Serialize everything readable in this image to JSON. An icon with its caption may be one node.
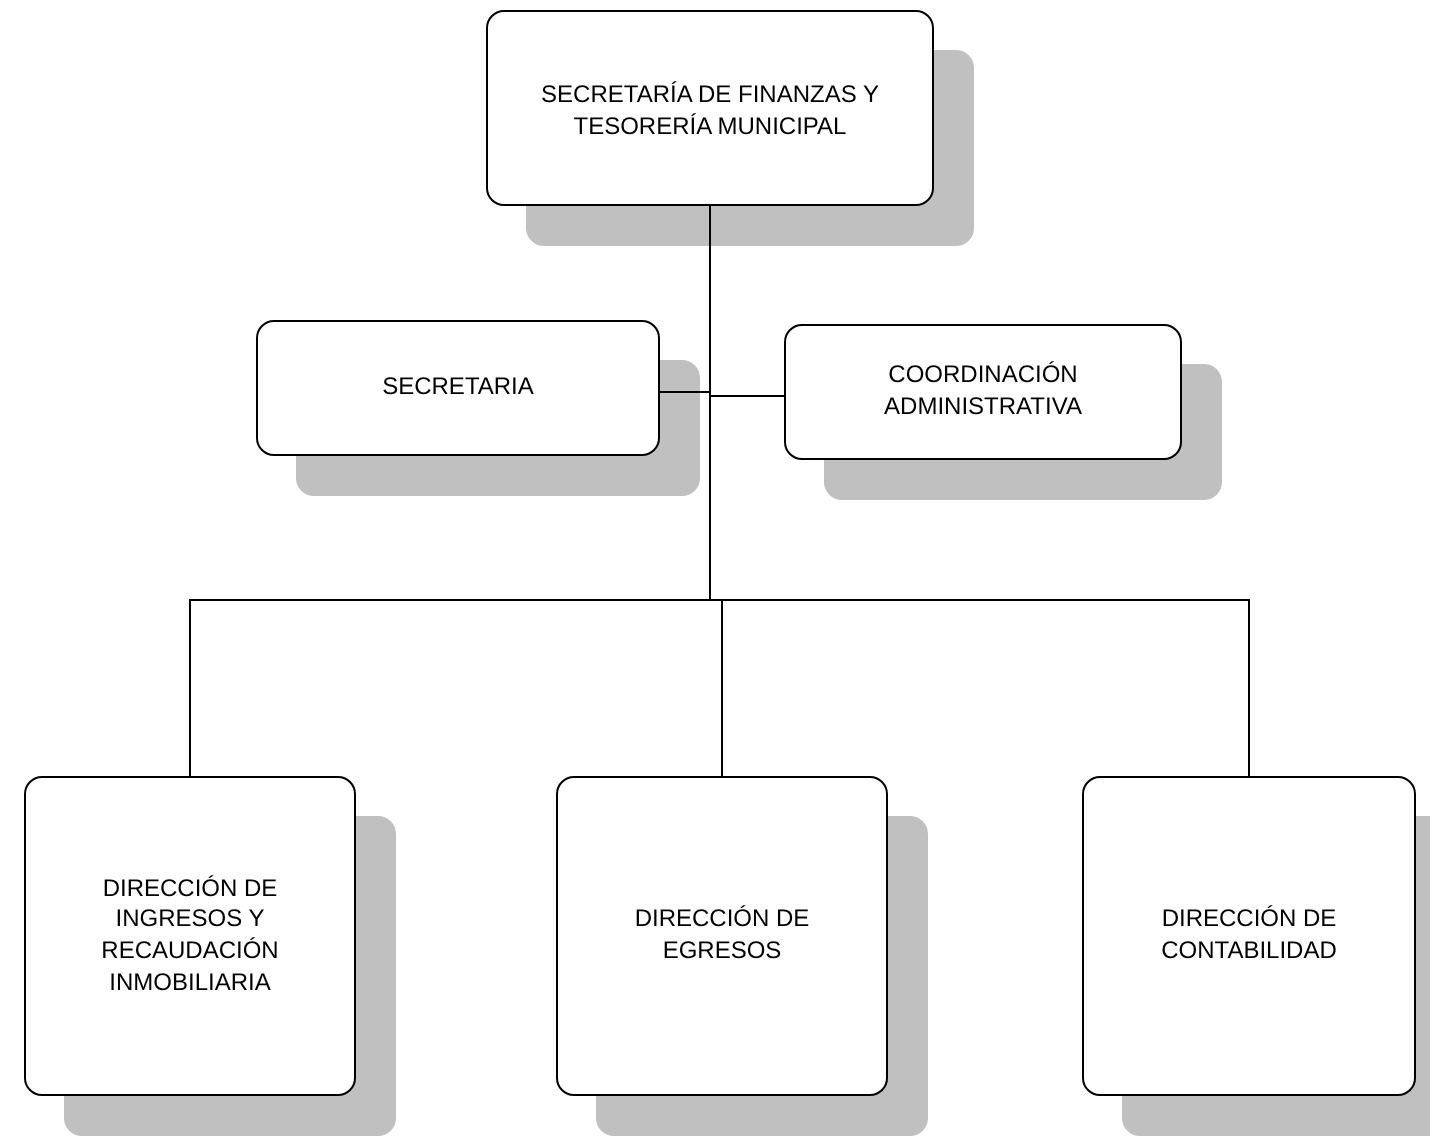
{
  "diagram": {
    "nodes": [
      {
        "text": [
          "SECRETARÍA DE FINANZAS Y TESORERÍA MUNICIPAL"
        ]
      },
      {
        "text": [
          "SECRETARIA"
        ]
      },
      {
        "text": [
          "COORDINACIÓN ADMINISTRATIVA"
        ]
      },
      {
        "text": [
          "DIRECCIÓN DE INGRESOS Y RECAUDACIÓN INMOBILIARIA"
        ]
      },
      {
        "text": [
          "DIRECCIÓN DE EGRESOS"
        ]
      },
      {
        "text": [
          "DIRECCIÓN DE CONTABILIDAD"
        ]
      }
    ],
    "edges": [
      {
        "from": 0,
        "to": 1,
        "arrow": "none"
      },
      {
        "from": 0,
        "to": 2,
        "arrow": "none"
      },
      {
        "from": 0,
        "to": 3,
        "arrow": "none"
      },
      {
        "from": 0,
        "to": 4,
        "arrow": "none"
      },
      {
        "from": 0,
        "to": 5,
        "arrow": "none"
      }
    ]
  }
}
